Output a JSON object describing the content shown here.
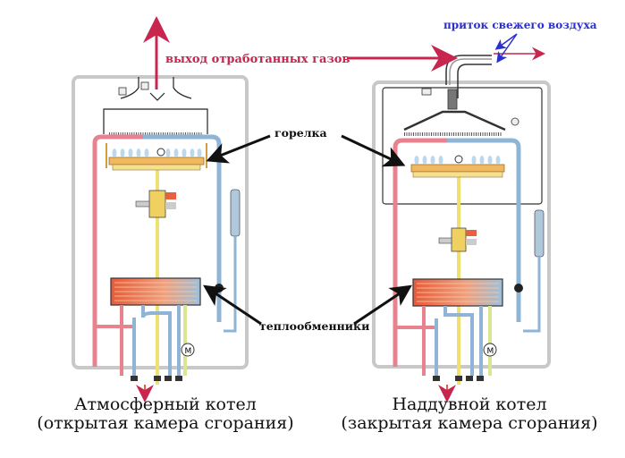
{
  "labels": {
    "exhaust": "выход отработанных газов",
    "fresh_air": "приток свежего воздуха",
    "burner": "горелка",
    "heat_exchangers": "теплообменники"
  },
  "boilers": [
    {
      "title": "Атмосферный котел",
      "subtitle": "(открытая камера сгорания)",
      "type": "open-chamber"
    },
    {
      "title": "Наддувной котел",
      "subtitle": "(закрытая камера сгорания)",
      "type": "closed-chamber"
    }
  ],
  "colors": {
    "exhaust_arrow": "#c8264f",
    "air_arrow": "#2a2fd0",
    "hot_pipe": "#e8828f",
    "cold_pipe": "#8fb4d6",
    "gas_pipe": "#f0e070",
    "burner": "#f0b860",
    "casing": "#c8c8c8"
  }
}
